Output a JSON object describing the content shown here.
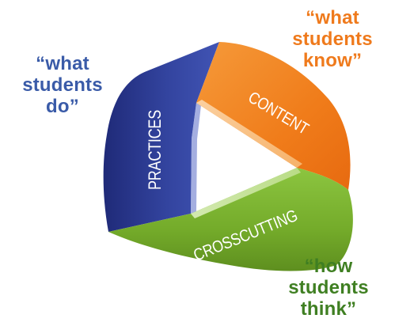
{
  "captions": {
    "do": {
      "lines": [
        "“what",
        "students",
        "do”"
      ]
    },
    "know": {
      "lines": [
        "“what",
        "students",
        "know”"
      ]
    },
    "think": {
      "lines": [
        "“how",
        "students",
        "think”"
      ]
    }
  },
  "bands": {
    "practices": "PRACTICES",
    "content": "CONTENT",
    "crosscutting": "CROSSCUTTING"
  },
  "colors": {
    "practices": "#2e3e9a",
    "content": "#f07c1a",
    "crosscutting": "#76ad2c",
    "caption_do": "#3a5ba8",
    "caption_know": "#ef7a1c",
    "caption_think": "#3f7f22"
  }
}
